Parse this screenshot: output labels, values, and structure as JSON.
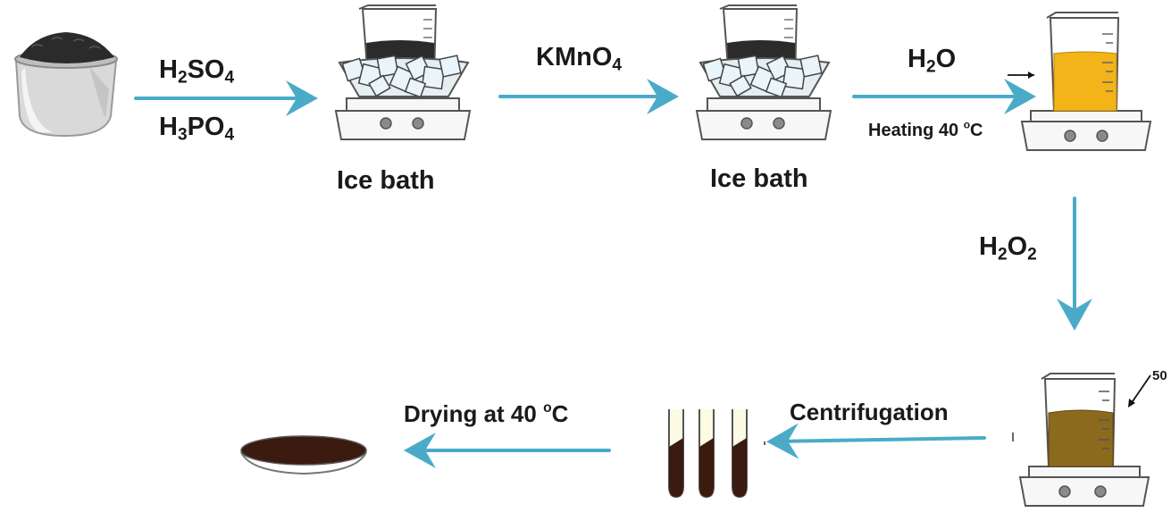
{
  "colors": {
    "arrow": "#4aabc8",
    "powder": "#2b2b2b",
    "solution_yellow": "#f2b418",
    "solution_brown": "#8b6a1e",
    "product": "#3b1a10",
    "glass": "#6a6a6a"
  },
  "steps": {
    "acid1": {
      "symbol": "H",
      "sub1": "2",
      "symbol2": "SO",
      "sub2": "4"
    },
    "acid2": {
      "symbol": "H",
      "sub1": "3",
      "symbol2": "PO",
      "sub2": "4"
    },
    "ice_bath_1": "Ice bath",
    "kmno4": {
      "symbol": "KMnO",
      "sub": "4"
    },
    "ice_bath_2": "Ice bath",
    "water": {
      "symbol": "H",
      "sub": "2",
      "symbol2": "O"
    },
    "heating": {
      "text": "Heating 40 ",
      "sup": "o",
      "unit": "C"
    },
    "peroxide": {
      "symbol": "H",
      "sub1": "2",
      "symbol2": "O",
      "sub2": "2"
    },
    "centrifugation": "Centrifugation",
    "drying": {
      "text": "Drying at 40 ",
      "sup": "o",
      "unit": "C"
    }
  },
  "fragments": {
    "edge_number": "50"
  },
  "icons": [
    "graphite-bowl-icon",
    "ice-bath-beaker-icon",
    "hotplate-beaker-icon",
    "centrifuge-tubes-icon",
    "petri-dish-icon",
    "arrow-icon"
  ]
}
